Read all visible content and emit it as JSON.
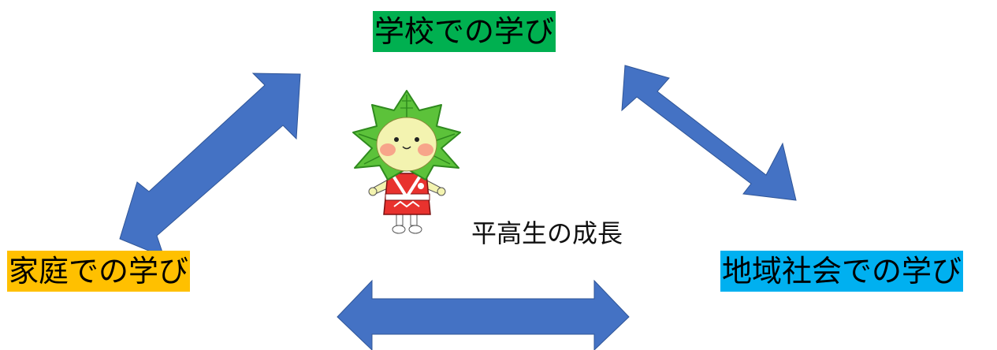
{
  "labels": {
    "school": "学校での学び",
    "home": "家庭での学び",
    "community": "地域社会での学び",
    "center": "平高生の成長"
  },
  "colors": {
    "school_bg": "#00b050",
    "home_bg": "#ffc000",
    "community_bg": "#00b0f0",
    "arrow_fill": "#4472c4",
    "arrow_stroke": "#2f5597",
    "mascot_leaf": "#5cc23a",
    "mascot_leaf_dark": "#2f8a1e",
    "mascot_face": "#f3f3b0",
    "mascot_cheek": "#f7a58a",
    "mascot_clothes": "#e8322e"
  },
  "icons": {
    "mascot": "leaf-mascot-icon",
    "arrows": "double-headed-arrow"
  }
}
